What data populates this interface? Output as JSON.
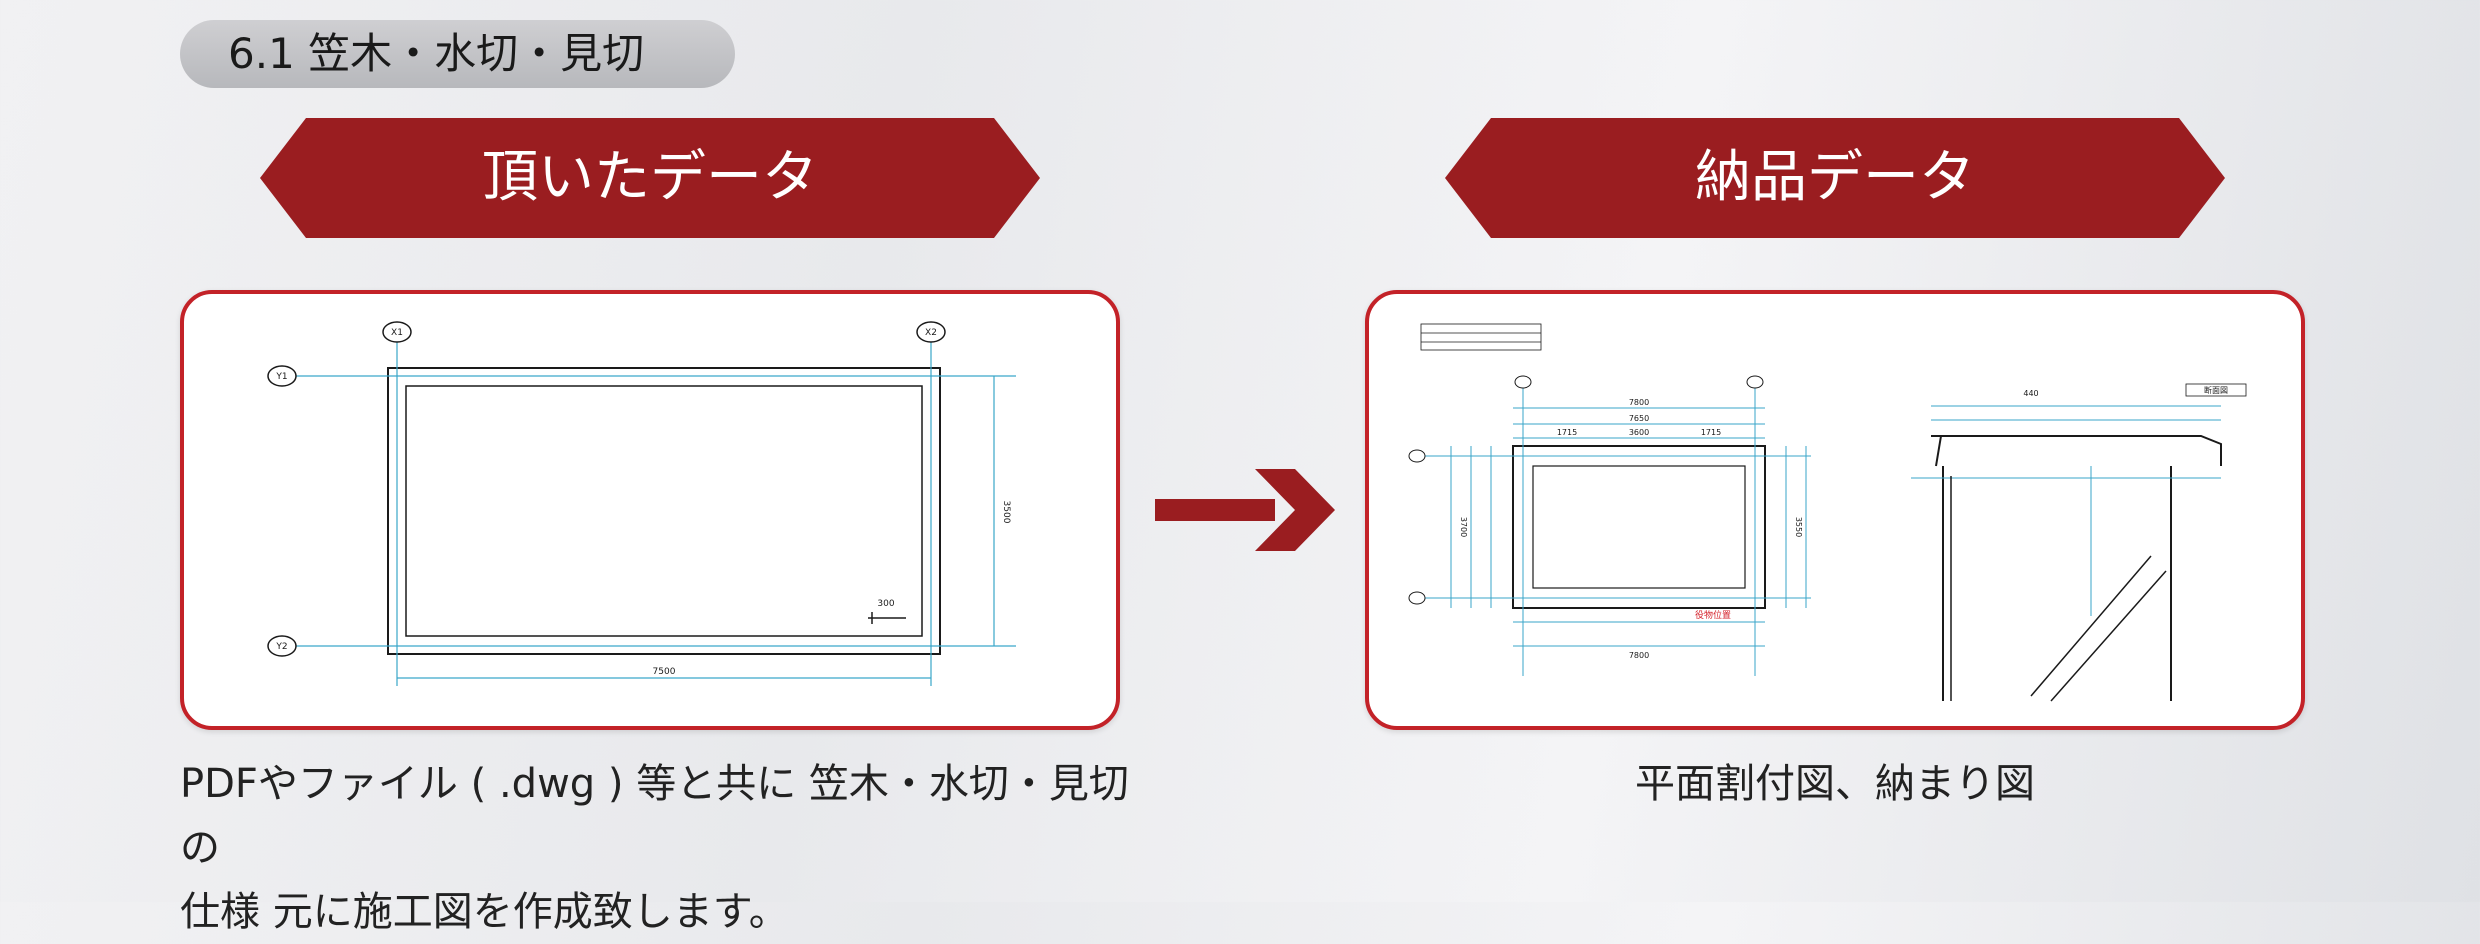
{
  "section_label": "6.1 笠木・水切・見切",
  "left": {
    "heading": "頂いたデータ",
    "caption_line1": "PDFやファイル ( .dwg ) 等と共に 笠木・水切・見切の",
    "caption_line2": "仕様 元に施工図を作成致します。",
    "drawing_labels": {
      "top_left_grid": "X1",
      "top_right_grid": "X2",
      "left_top_grid": "Y1",
      "left_bottom_grid": "Y2",
      "bottom_dim": "7500",
      "right_dim": "3500",
      "small_dim": "300"
    }
  },
  "right": {
    "heading": "納品データ",
    "caption": "平面割付図、納まり図",
    "drawing_labels": {
      "bottom_total": "7800",
      "top_total": "7800",
      "top_inner": "7650",
      "seg_a": "1715",
      "seg_b": "3600",
      "seg_c": "1715",
      "right_dim_a": "3550",
      "right_dim_b": "3700",
      "red_note": "役物位置",
      "section_tag": "断面図",
      "section_dim": "440"
    }
  },
  "colors": {
    "accent_red": "#9a1d20",
    "panel_border": "#c32228",
    "cad_cyan": "#3aa6c9"
  }
}
